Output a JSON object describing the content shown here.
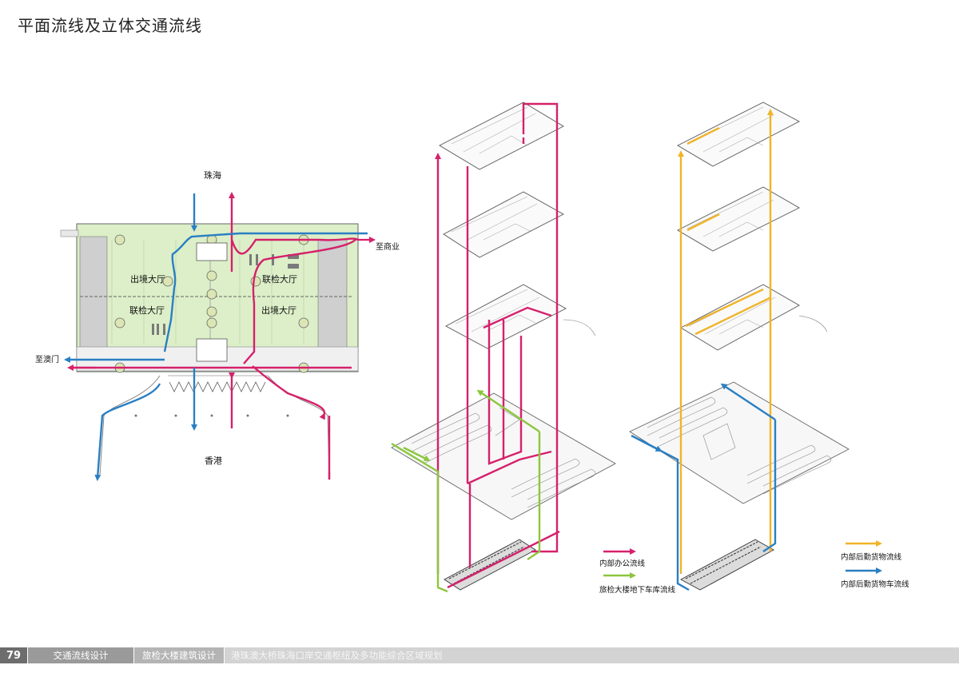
{
  "page": {
    "title": "平面流线及立体交通流线",
    "page_number": "79"
  },
  "plan": {
    "label_north": "珠海",
    "label_south": "香港",
    "label_east": "至商业",
    "label_west": "至澳门",
    "halls": [
      "出境大厅",
      "联检大厅",
      "联检大厅",
      "出境大厅"
    ]
  },
  "legend_left": [
    {
      "label": "内部办公流线",
      "color": "#d6206b"
    },
    {
      "label": "旅检大楼地下车库流线",
      "color": "#8cc63e"
    }
  ],
  "legend_right": [
    {
      "label": "内部后勤货物流线",
      "color": "#f0b429"
    },
    {
      "label": "内部后勤货物车流线",
      "color": "#2a7fc3"
    }
  ],
  "colors": {
    "magenta": "#d6206b",
    "blue": "#2a7fc3",
    "green": "#8cc63e",
    "yellow": "#f0b429"
  },
  "footer": {
    "section": "交通流线设计",
    "subsection": "旅检大楼建筑设计",
    "project": "港珠澳大桥珠海口岸交通枢纽及多功能综合区域规划"
  }
}
